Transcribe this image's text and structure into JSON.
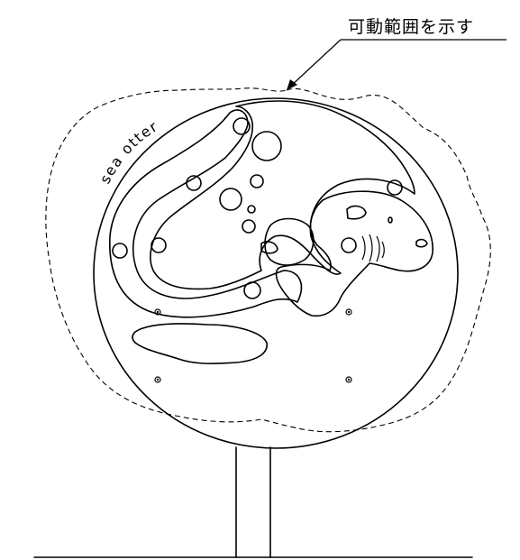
{
  "callout": {
    "label": "可動範囲を示す"
  },
  "board": {
    "engraved_text": "sea otter"
  },
  "icons": {
    "otter": "sea-otter-figure",
    "bolt": "mounting-bolt"
  }
}
